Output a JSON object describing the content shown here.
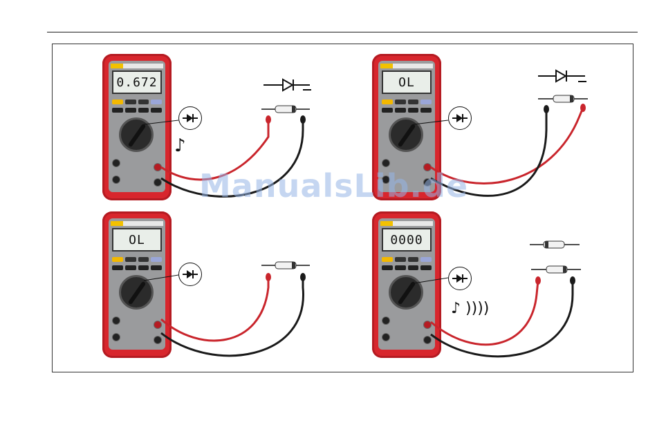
{
  "panels": [
    {
      "id": "top-left",
      "display": "0.672",
      "tone": "♪",
      "diode": "forward",
      "extra_resistor": false
    },
    {
      "id": "top-right",
      "display": "OL",
      "tone": "",
      "diode": "forward",
      "extra_resistor": false
    },
    {
      "id": "bottom-left",
      "display": "OL",
      "tone": "",
      "diode": "none",
      "extra_resistor": false
    },
    {
      "id": "bottom-right",
      "display": "0000",
      "tone": "♪ ))))",
      "diode": "none",
      "extra_resistor": true
    }
  ],
  "watermark": "ManualsLib.de",
  "colors": {
    "meter_red": "#d8262d",
    "lead_red": "#c9252c",
    "lead_black": "#1a1a1a",
    "lcd": "#e9eee9"
  }
}
